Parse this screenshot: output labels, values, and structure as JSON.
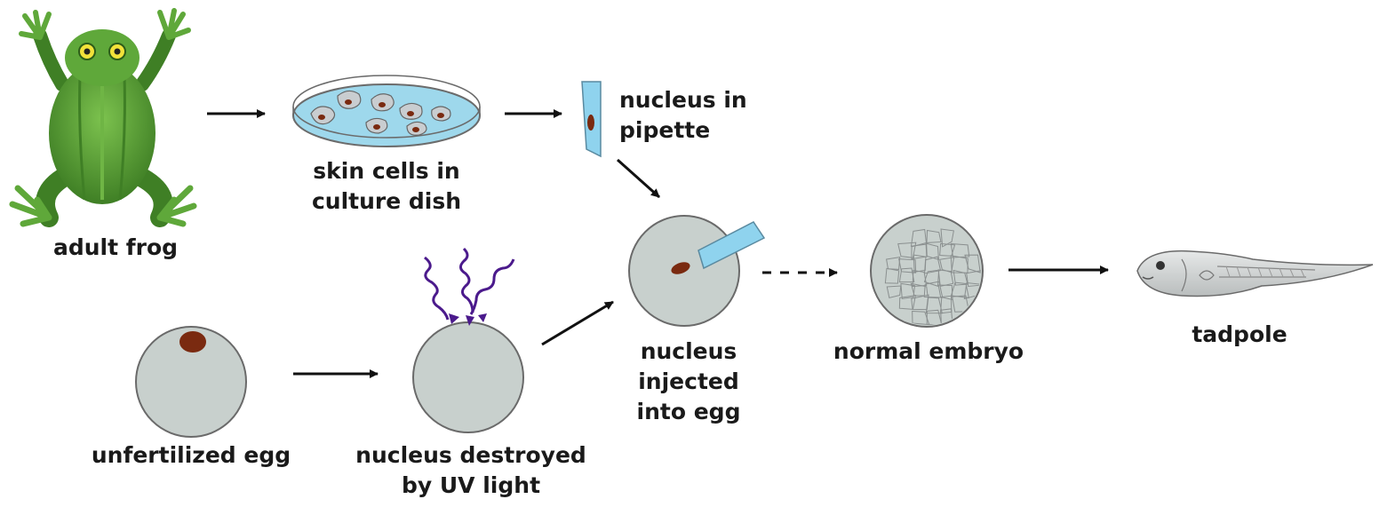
{
  "labels": {
    "adult_frog": "adult frog",
    "skin_cells": [
      "skin cells in",
      "culture dish"
    ],
    "nucleus_pipette": [
      "nucleus in",
      "pipette"
    ],
    "unfertilized_egg": "unfertilized egg",
    "nucleus_destroyed": [
      "nucleus destroyed",
      "by UV light"
    ],
    "nucleus_injected": [
      "nucleus",
      "injected",
      "into egg"
    ],
    "normal_embryo": "normal embryo",
    "tadpole": "tadpole"
  },
  "colors": {
    "frog_green": "#5fa83a",
    "frog_dark": "#3f7f25",
    "dish_fill": "#9ed8ec",
    "dish_rim": "#6b6b6b",
    "cell_gray": "#c9cdd0",
    "nucleus_brown": "#7a2a10",
    "egg_fill": "#c8d0cd",
    "egg_stroke": "#6a6a6a",
    "pipette_blue": "#8fd3ee",
    "uv_purple": "#4b1a8c",
    "arrow": "#111111"
  }
}
